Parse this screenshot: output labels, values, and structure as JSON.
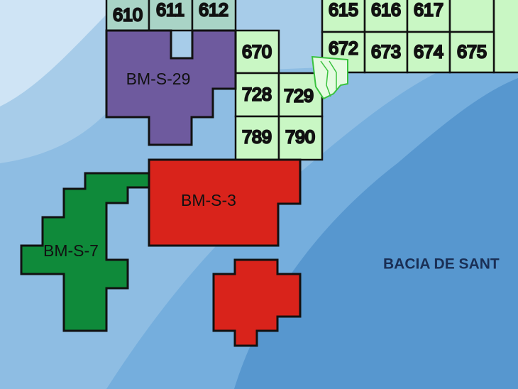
{
  "map": {
    "basin_label": "BACIA DE SANT",
    "exploration_blocks": {
      "bm_s_29": {
        "label": "BM-S-29",
        "color": "#6e5a9e"
      },
      "bm_s_3": {
        "label": "BM-S-3",
        "color": "#d9231b"
      },
      "bm_s_7": {
        "label": "BM-S-7",
        "color": "#0f8a3a"
      },
      "unlabeled_red": {
        "label": "",
        "color": "#d9231b"
      }
    },
    "grid_cells": {
      "c610": "610",
      "c611": "611",
      "c612": "612",
      "c615": "615",
      "c616": "616",
      "c617": "617",
      "c670": "670",
      "c672": "672",
      "c673": "673",
      "c674": "674",
      "c675": "675",
      "c728": "728",
      "c729": "729",
      "c789": "789",
      "c790": "790"
    },
    "colors": {
      "sea_shallow": "#cfe4f5",
      "sea_shelf": "#a7cce9",
      "sea_slope": "#8ebde3",
      "sea_mid": "#75aedd",
      "sea_deep": "#5797cf",
      "grid_light_green": "#c9f7c4",
      "grid_grey_green": "#a9d4c6",
      "block_outline": "#111111"
    }
  }
}
